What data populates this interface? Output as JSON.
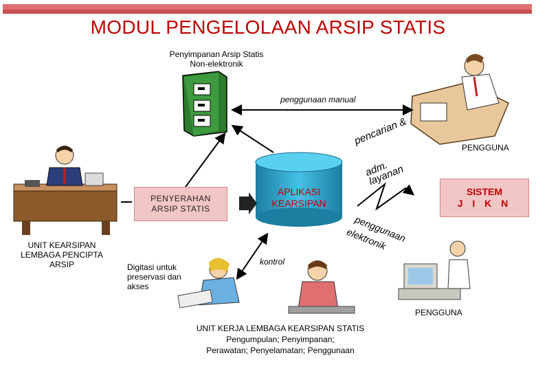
{
  "title": "MODUL PENGELOLAAN ARSIP STATIS",
  "storage_label_line1": "Penyimpanan Arsip Statis",
  "storage_label_line2": "Non-elektronik",
  "manual_use": "penggunaan manual",
  "search_service": "pencarian &",
  "adm_service": "adm. layanan",
  "user_top": "PENGGUNA",
  "system_line1": "SISTEM",
  "system_line2": "J I K N",
  "app_line1": "APLIKASI",
  "app_line2": "KEARSIPAN",
  "handover_line1": "PENYERAHAN",
  "handover_line2": "ARSIP STATIS",
  "electronic_use_1": "penggunaan",
  "electronic_use_2": "elektronik",
  "creator_unit_line1": "UNIT KEARSIPAN",
  "creator_unit_line2": "LEMBAGA PENCIPTA",
  "creator_unit_line3": "ARSIP",
  "digitize_line1": "Digitasi untuk",
  "digitize_line2": "preservasi dan",
  "digitize_line3": "akses",
  "control": "kontrol",
  "user_bottom": "PENGGUNA",
  "unit_line1": "UNIT KERJA LEMBAGA KEARSIPAN STATIS",
  "unit_line2": "Pengumpulan;  Penyimpanan;",
  "unit_line3": "Perawatan; Penyelamatan; Penggunaan",
  "colors": {
    "accent_red": "#c00000",
    "box_fill": "#f3c6c6",
    "cylinder": "#2a9cc0",
    "cabinet": "#3a8a3a"
  }
}
